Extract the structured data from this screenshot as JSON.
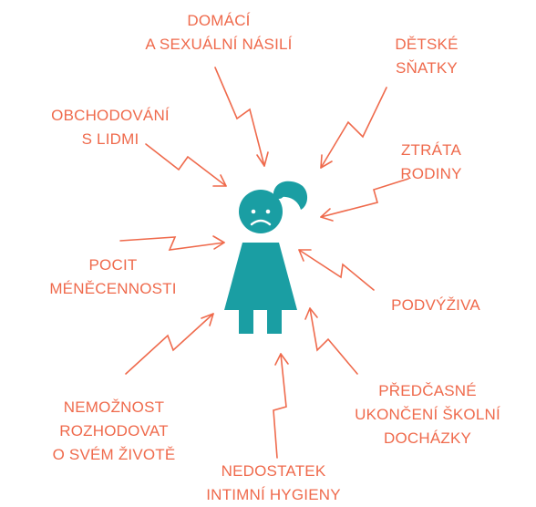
{
  "colors": {
    "accent": "#ef6a4c",
    "figure": "#1a9ea3"
  },
  "center_figure": {
    "icon": "sad-girl-icon"
  },
  "labels": {
    "domestic_violence": [
      "DOMÁCÍ",
      "A SEXUÁLNÍ NÁSILÍ"
    ],
    "child_marriage": [
      "DĚTSKÉ",
      "SŇATKY"
    ],
    "trafficking": [
      "OBCHODOVÁNÍ",
      "S LIDMI"
    ],
    "loss_of_family": [
      "ZTRÁTA",
      "RODINY"
    ],
    "inferiority": [
      "POCIT",
      "MÉNĚCENNOSTI"
    ],
    "malnutrition": [
      "PODVÝŽIVA"
    ],
    "no_decision": [
      "NEMOŽNOST",
      "ROZHODOVAT",
      "O SVÉM ŽIVOTĚ"
    ],
    "school_dropout": [
      "PŘEDČASNÉ",
      "UKONČENÍ ŠKOLNÍ",
      "DOCHÁZKY"
    ],
    "hygiene": [
      "NEDOSTATEK",
      "INTIMNÍ HYGIENY"
    ]
  }
}
